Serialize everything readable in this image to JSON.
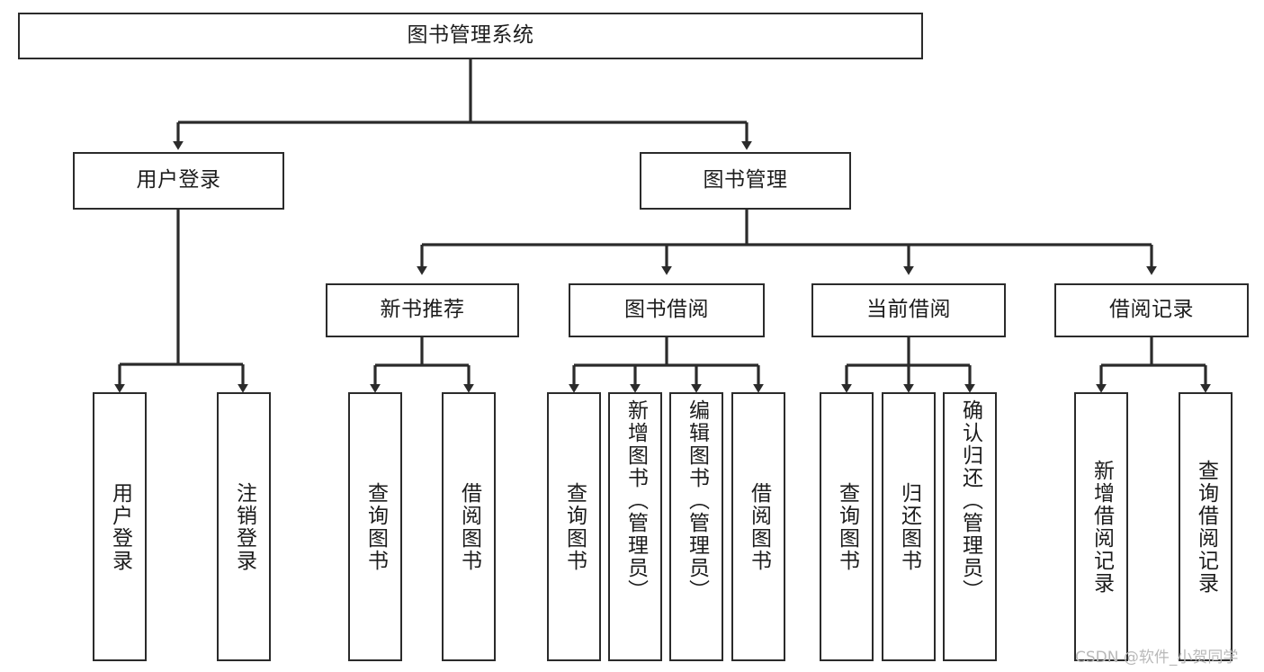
{
  "diagram": {
    "type": "tree-hierarchy",
    "title": "图书管理系统",
    "orientation": "top-down",
    "colors": {
      "box_border": "#2b2b2b",
      "box_fill": "#ffffff",
      "edge": "#2b2b2b",
      "text": "#1c1c1c",
      "watermark": "#b9b9b9"
    },
    "nodes": {
      "root": {
        "label": "图书管理系统"
      },
      "level2": [
        {
          "id": "user-login",
          "label": "用户登录"
        },
        {
          "id": "book-manage",
          "label": "图书管理"
        }
      ],
      "level3": [
        {
          "id": "new-book-recommend",
          "label": "新书推荐"
        },
        {
          "id": "book-borrow",
          "label": "图书借阅"
        },
        {
          "id": "current-borrow",
          "label": "当前借阅"
        },
        {
          "id": "borrow-record",
          "label": "借阅记录"
        }
      ],
      "leaves": {
        "user-login": [
          {
            "id": "leaf-user-login",
            "label": "用户登录"
          },
          {
            "id": "leaf-user-logout",
            "label": "注销登录"
          }
        ],
        "new-book-recommend": [
          {
            "id": "leaf-query-book-1",
            "label": "查询图书"
          },
          {
            "id": "leaf-borrow-book-1",
            "label": "借阅图书"
          }
        ],
        "book-borrow": [
          {
            "id": "leaf-query-book-2",
            "label": "查询图书"
          },
          {
            "id": "leaf-add-book-admin",
            "label": "新增图书（管理员）"
          },
          {
            "id": "leaf-edit-book-admin",
            "label": "编辑图书（管理员）"
          },
          {
            "id": "leaf-borrow-book-2",
            "label": "借阅图书"
          }
        ],
        "current-borrow": [
          {
            "id": "leaf-query-book-3",
            "label": "查询图书"
          },
          {
            "id": "leaf-return-book",
            "label": "归还图书"
          },
          {
            "id": "leaf-confirm-return-admin",
            "label": "确认归还（管理员）"
          }
        ],
        "borrow-record": [
          {
            "id": "leaf-add-borrow-record",
            "label": "新增借阅记录"
          },
          {
            "id": "leaf-query-borrow-record",
            "label": "查询借阅记录"
          }
        ]
      }
    },
    "watermark": "CSDN @软件_小贺同学"
  }
}
